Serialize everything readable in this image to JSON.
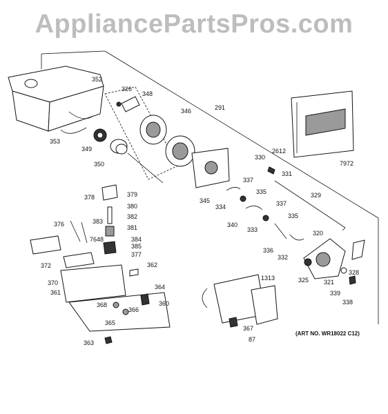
{
  "watermark": "AppliancePartsPros.com",
  "art_number": "(ART NO. WR18022 C12)",
  "labels": {
    "p352": "352",
    "p326": "326",
    "p348": "348",
    "p346": "346",
    "p291": "291",
    "p353": "353",
    "p349": "349",
    "p350": "350",
    "p2612": "2612",
    "p7972": "7972",
    "p330": "330",
    "p331": "331",
    "p337a": "337",
    "p335a": "335",
    "p345": "345",
    "p334": "334",
    "p329": "329",
    "p340": "340",
    "p333": "333",
    "p337b": "337",
    "p335b": "335",
    "p320": "320",
    "p336": "336",
    "p332": "332",
    "p378": "378",
    "p379": "379",
    "p380": "380",
    "p382": "382",
    "p376": "376",
    "p383": "383",
    "p381": "381",
    "p7648": "7648",
    "p384": "384",
    "p385": "385",
    "p377": "377",
    "p372": "372",
    "p370": "370",
    "p362": "362",
    "p361": "361",
    "p364": "364",
    "p368": "368",
    "p360": "360",
    "p366": "366",
    "p365": "365",
    "p363": "363",
    "p1313": "1313",
    "p325": "325",
    "p321": "321",
    "p328": "328",
    "p339": "339",
    "p338": "338",
    "p367": "367",
    "p87": "87"
  }
}
